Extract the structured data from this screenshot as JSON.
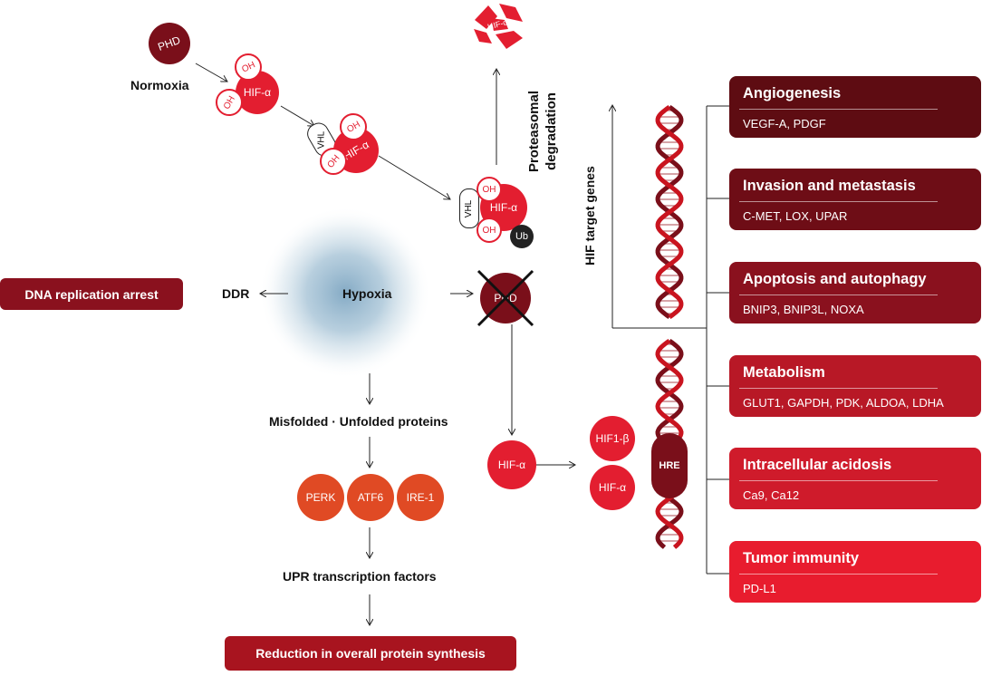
{
  "colors": {
    "dark_red": "#7a0f1a",
    "red": "#e31e30",
    "orange": "#e04a24",
    "hypoxia_blue": "#8aaec6",
    "box_gradient": [
      "#5e0c12",
      "#6e0d16",
      "#8a111e",
      "#b81826",
      "#cf1b2b",
      "#e81c2e"
    ]
  },
  "normoxia": {
    "phd": "PHD",
    "label": "Normoxia",
    "oh": "OH",
    "hif_alpha": "HIF-α",
    "vhl": "VHL",
    "ub": "Ub",
    "degradation_line1": "Proteasomal",
    "degradation_line2": "degradation",
    "degraded_hif": "HIF-α"
  },
  "hypoxia": {
    "label": "Hypoxia",
    "ddr": "DDR",
    "dna_arrest": "DNA replication arrest",
    "phd_inhibited": "PHD",
    "misfolded": "Misfolded · Unfolded proteins",
    "perk": "PERK",
    "atf6": "ATF6",
    "ire1": "IRE-1",
    "upr": "UPR transcription factors",
    "reduction": "Reduction in overall protein synthesis"
  },
  "hif_complex": {
    "hif_alpha_free": "HIF-α",
    "hif1_beta": "HIF1-β",
    "hif_alpha_bound": "HIF-α",
    "hre": "HRE",
    "target_genes": "HIF target genes"
  },
  "targets": [
    {
      "title": "Angiogenesis",
      "genes": "VEGF-A, PDGF"
    },
    {
      "title": "Invasion and metastasis",
      "genes": "C-MET, LOX, UPAR"
    },
    {
      "title": "Apoptosis and autophagy",
      "genes": "BNIP3, BNIP3L, NOXA"
    },
    {
      "title": "Metabolism",
      "genes": "GLUT1, GAPDH, PDK, ALDOA, LDHA"
    },
    {
      "title": "Intracellular acidosis",
      "genes": "Ca9, Ca12"
    },
    {
      "title": "Tumor immunity",
      "genes": "PD-L1"
    }
  ]
}
